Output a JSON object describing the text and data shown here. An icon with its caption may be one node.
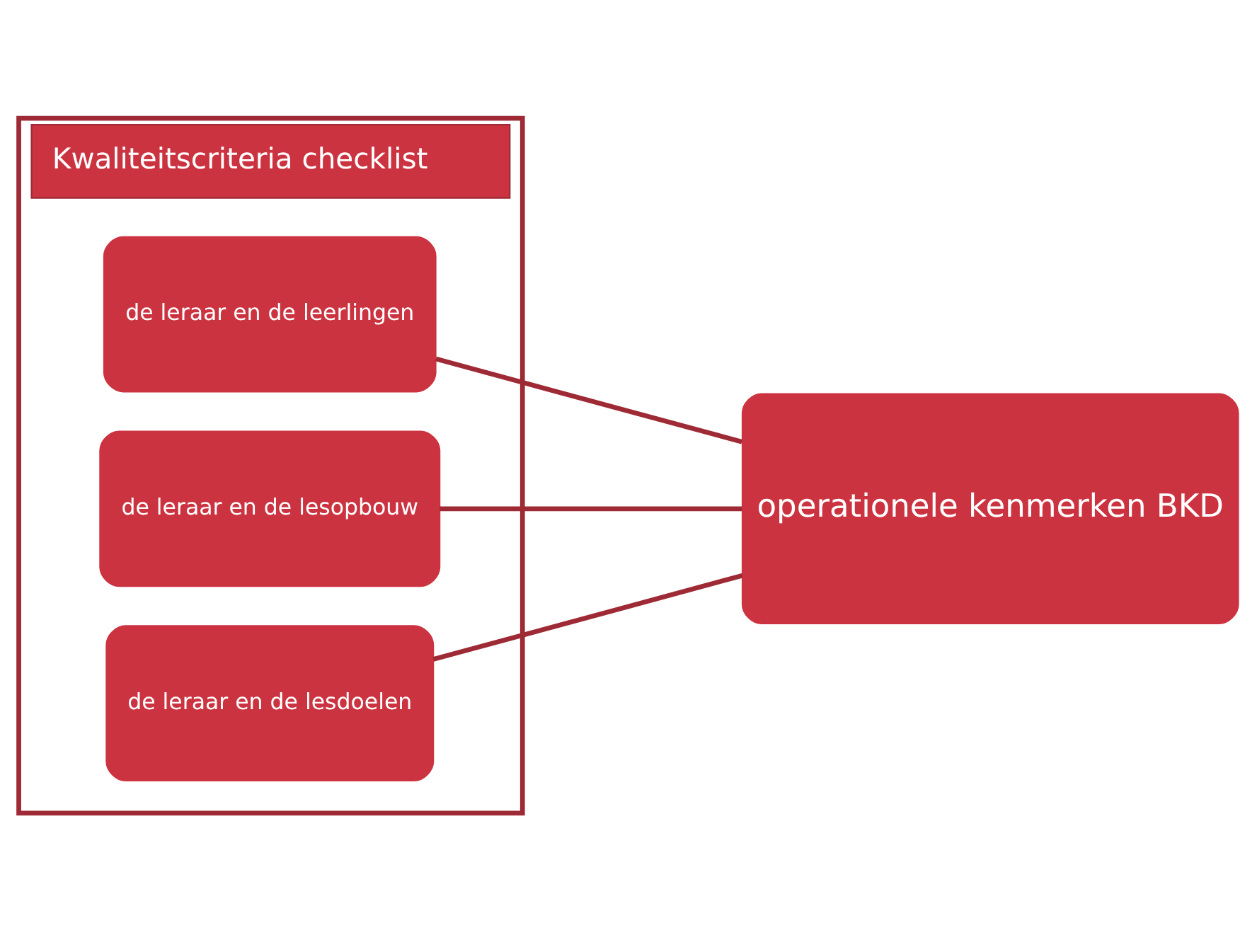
{
  "diagram": {
    "nodes": [
      {
        "text": [
          "Kwaliteitscriteria checklist"
        ]
      },
      {
        "text": [
          "de leraar en de leerlingen"
        ],
        "in": 0
      },
      {
        "text": [
          "de leraar en de lesopbouw"
        ],
        "in": 0
      },
      {
        "text": [
          "de leraar en de lesdoelen"
        ],
        "in": 0
      },
      {
        "text": [
          "operationele kenmerken BKD"
        ]
      }
    ],
    "edges": [
      {
        "from": 1,
        "to": 4,
        "arrow": "none"
      },
      {
        "from": 2,
        "to": 4,
        "arrow": "none"
      },
      {
        "from": 3,
        "to": 4,
        "arrow": "none"
      }
    ]
  }
}
